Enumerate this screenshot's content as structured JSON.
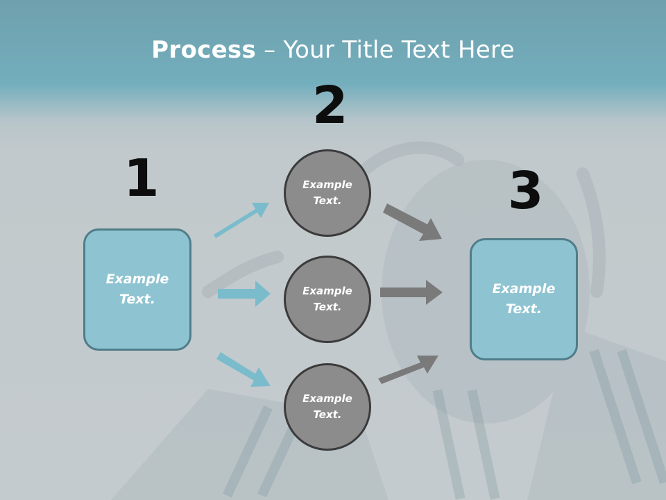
{
  "slide": {
    "title_bold": "Process",
    "title_rest": " – Your Title Text Here"
  },
  "steps": [
    {
      "number": "1"
    },
    {
      "number": "2"
    },
    {
      "number": "3"
    }
  ],
  "left_box": {
    "text": "Example Text."
  },
  "right_box": {
    "text": "Example Text."
  },
  "circles": [
    {
      "text": "Example Text."
    },
    {
      "text": "Example Text."
    },
    {
      "text": "Example Text."
    }
  ],
  "colors": {
    "header_teal": "#73aebd",
    "box_fill": "#8ec3d1",
    "box_border": "#4f7d89",
    "circle_fill": "#8c8c8c",
    "circle_border": "#3b3b3b",
    "arrow_teal": "#7bbccc",
    "arrow_gray": "#7a7a7a"
  }
}
